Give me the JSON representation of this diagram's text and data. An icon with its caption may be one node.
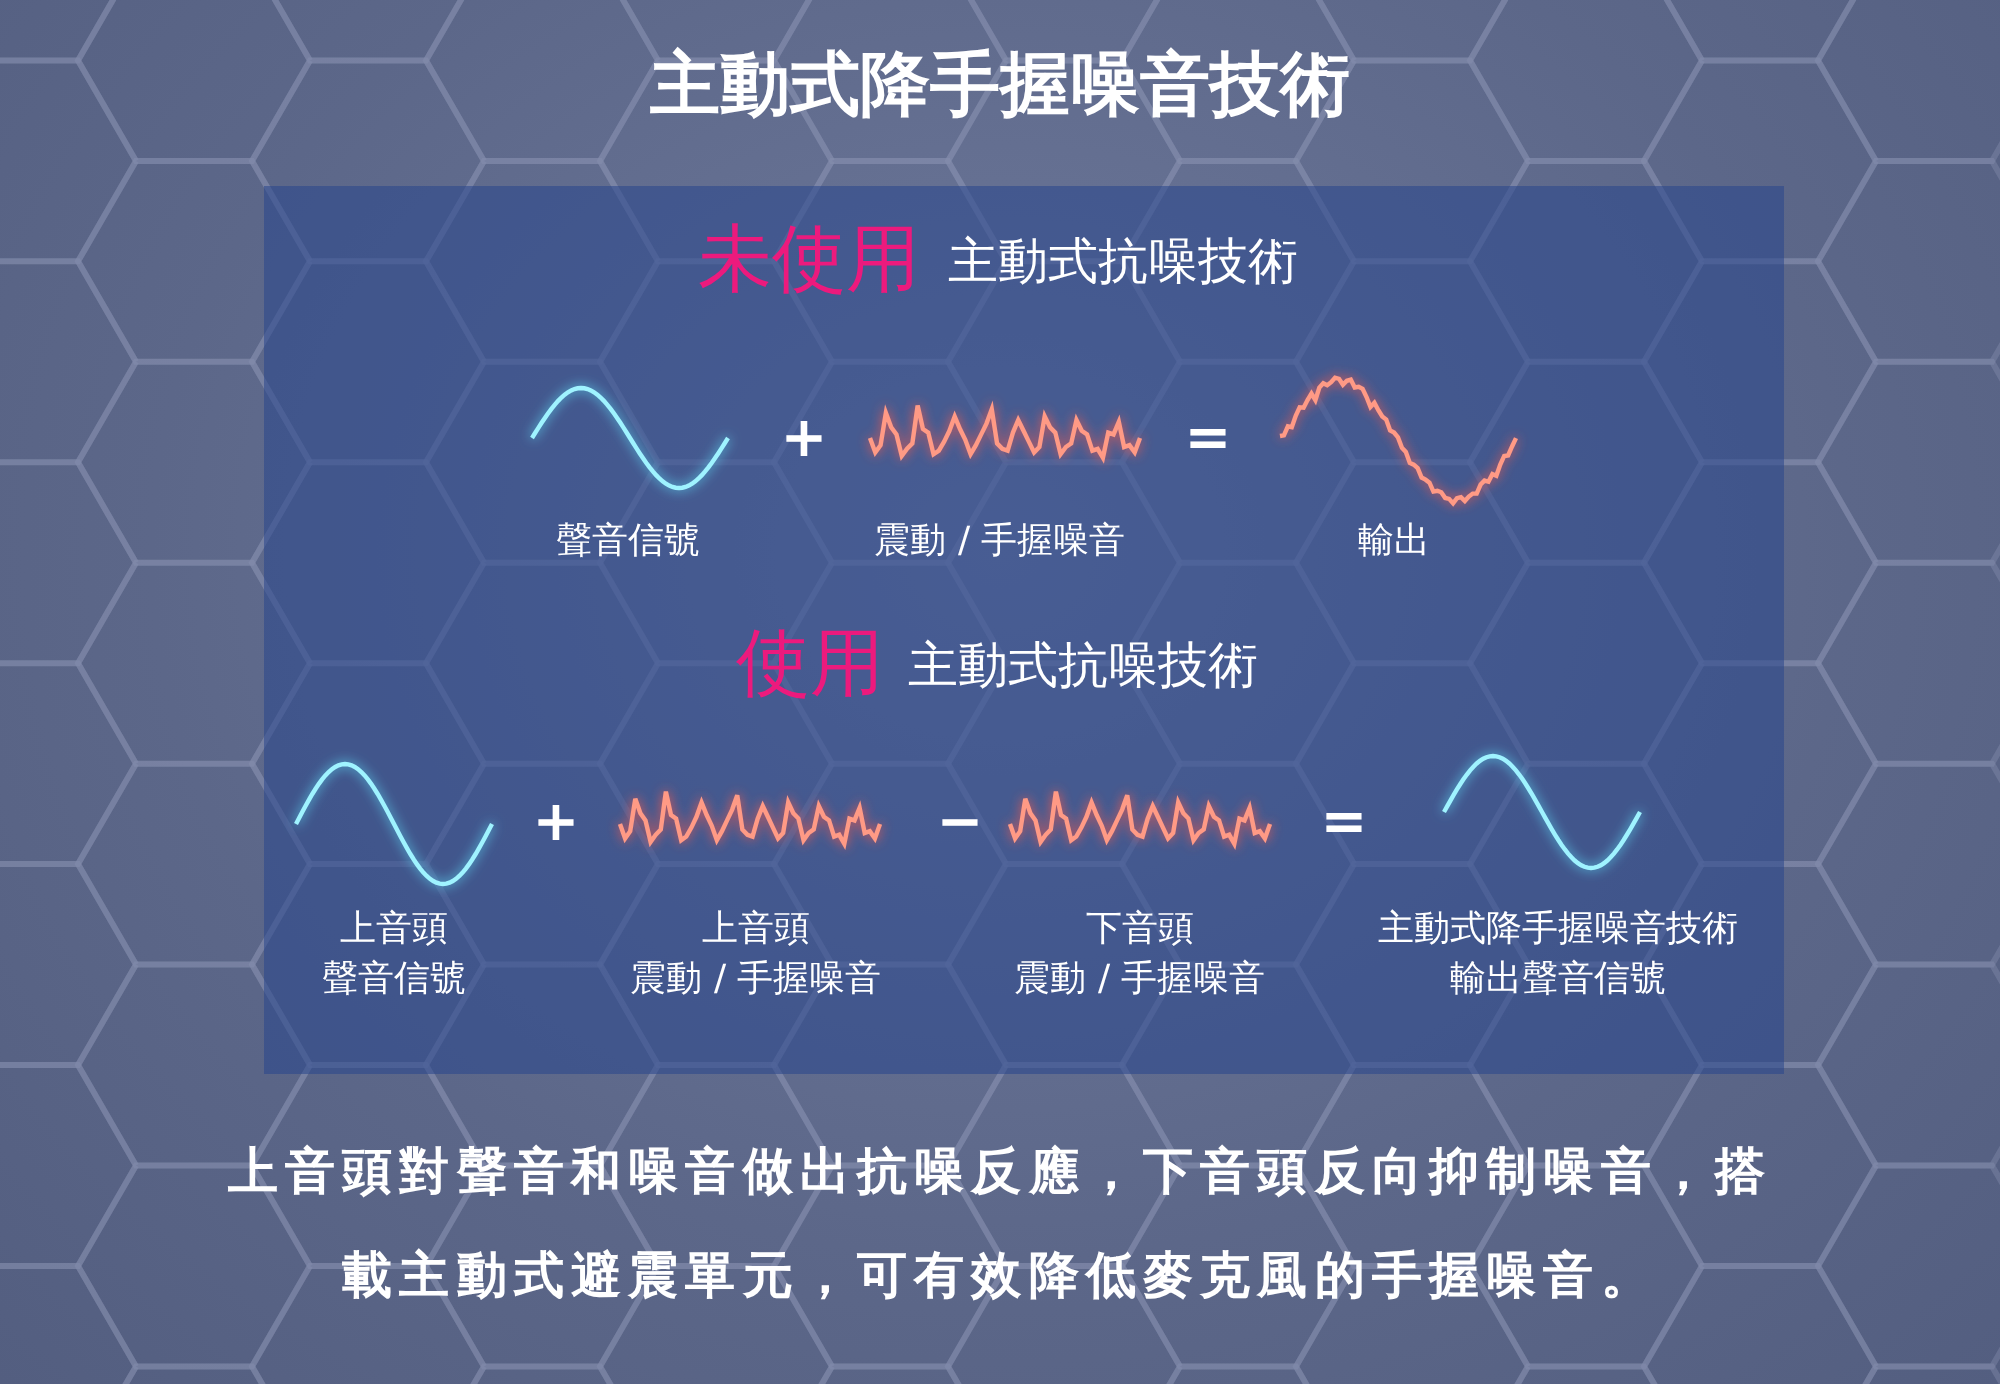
{
  "diagram": {
    "title": "主動式降手握噪音技術",
    "nodes": [
      {
        "text": [
          "未使用",
          "主動式抗噪技術",
          "+",
          "=",
          "聲音信號",
          "震動 / 手握噪音",
          "輸出",
          "使用",
          "主動式抗噪技術",
          "+",
          "−",
          "=",
          "上音頭",
          "聲音信號",
          "上音頭",
          "震動 / 手握噪音",
          "下音頭",
          "震動 / 手握噪音",
          "主動式降手握噪音技術",
          "輸出聲音信號"
        ]
      }
    ],
    "caption": "上音頭對聲音和噪音做出抗噪反應，下音頭反向抑制噪音，搭載主動式避震單元，可有效降低麥克風的手握噪音。"
  }
}
